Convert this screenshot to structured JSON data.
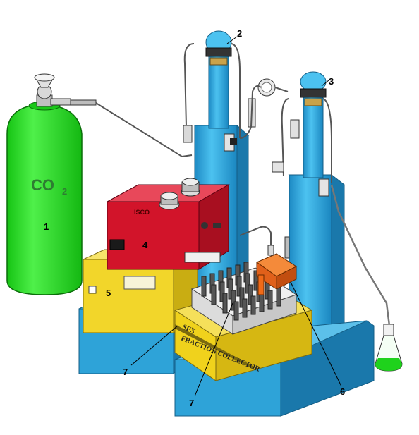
{
  "cylinder": {
    "gas_label": "CO",
    "gas_subscript": "2"
  },
  "collector": {
    "brand": "SFX",
    "title": "FRACTION COLLECTOR"
  },
  "pump_brand": "ISCO",
  "callouts": {
    "c1": "1",
    "c2": "2",
    "c3": "3",
    "c4": "4",
    "c5": "5",
    "c6": "6",
    "c7a": "7",
    "c7b": "7"
  },
  "colors": {
    "cylinder_green": "#22e51f",
    "base_blue": "#2ea3d8",
    "pump_red": "#d2142a",
    "controller_yellow": "#f2d62a",
    "collector_yellow": "#f0d21c",
    "heater_orange": "#f06a18"
  }
}
